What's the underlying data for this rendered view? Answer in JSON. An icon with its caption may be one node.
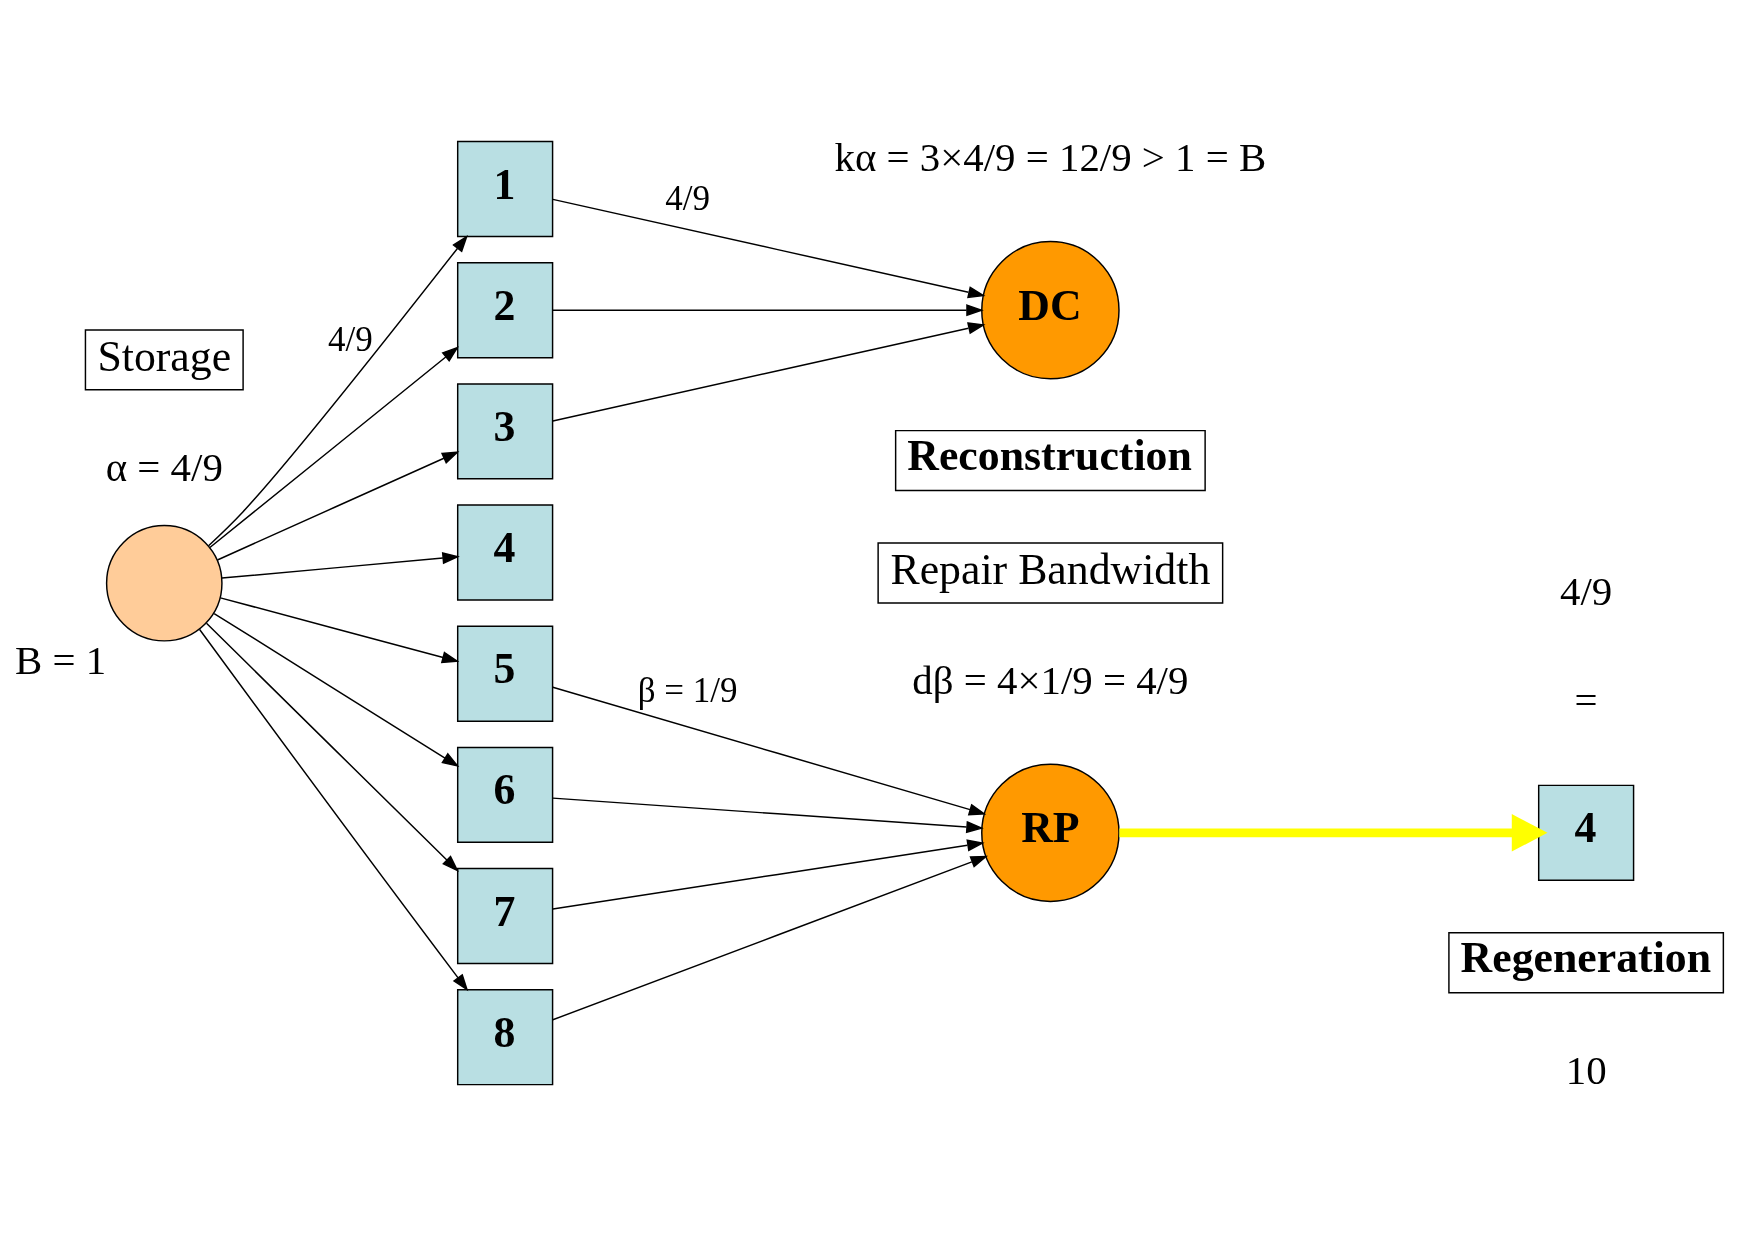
{
  "diagram": {
    "nodes": [
      {
        "text": [],
        "shape": "circle",
        "beside": [
          "B = 1"
        ]
      },
      {
        "text": [
          "1"
        ]
      },
      {
        "text": [
          "2"
        ]
      },
      {
        "text": [
          "3"
        ]
      },
      {
        "text": [
          "4"
        ]
      },
      {
        "text": [
          "5"
        ]
      },
      {
        "text": [
          "6"
        ]
      },
      {
        "text": [
          "7"
        ]
      },
      {
        "text": [
          "8"
        ]
      },
      {
        "text": [
          "DC"
        ]
      },
      {
        "text": [
          "RP"
        ]
      },
      {
        "text": [
          "4"
        ]
      },
      {
        "text": [
          "Storage"
        ]
      },
      {
        "text": [
          "Reconstruction"
        ]
      },
      {
        "text": [
          "Repair Bandwidth"
        ]
      },
      {
        "text": [
          "Regeneration"
        ]
      }
    ],
    "edges": [
      {
        "from": 0,
        "to": 1,
        "arrow": "to",
        "label": "4/9"
      },
      {
        "from": 0,
        "to": 2,
        "arrow": "to"
      },
      {
        "from": 0,
        "to": 3,
        "arrow": "to"
      },
      {
        "from": 0,
        "to": 4,
        "arrow": "to"
      },
      {
        "from": 0,
        "to": 5,
        "arrow": "to"
      },
      {
        "from": 0,
        "to": 6,
        "arrow": "to"
      },
      {
        "from": 0,
        "to": 7,
        "arrow": "to"
      },
      {
        "from": 0,
        "to": 8,
        "arrow": "to"
      },
      {
        "from": 1,
        "to": 9,
        "arrow": "to",
        "label": "4/9"
      },
      {
        "from": 2,
        "to": 9,
        "arrow": "to"
      },
      {
        "from": 3,
        "to": 9,
        "arrow": "to"
      },
      {
        "from": 5,
        "to": 10,
        "arrow": "to",
        "label": "β = 1/9"
      },
      {
        "from": 6,
        "to": 10,
        "arrow": "to"
      },
      {
        "from": 7,
        "to": 10,
        "arrow": "to"
      },
      {
        "from": 8,
        "to": 10,
        "arrow": "to"
      },
      {
        "from": 10,
        "to": 11,
        "arrow": "to",
        "style": "thick",
        "color": "#ffff00"
      }
    ],
    "labels": [
      "α = 4/9",
      "kα = 3×4/9 = 12/9 > 1 = B",
      "dβ = 4×1/9 = 4/9",
      "=",
      "4/9",
      "10"
    ]
  }
}
